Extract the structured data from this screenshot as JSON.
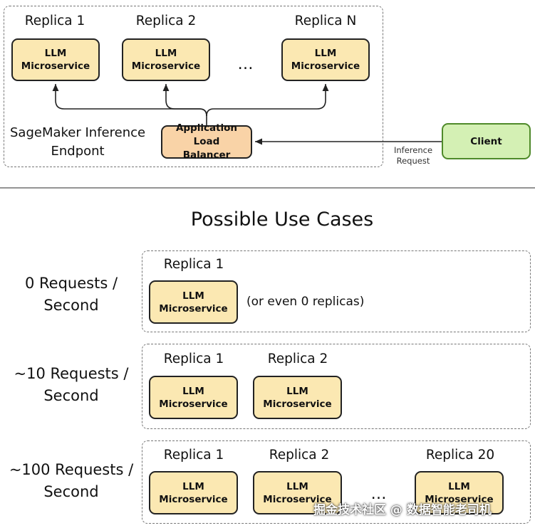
{
  "architecture": {
    "replicas": [
      {
        "label": "Replica 1",
        "box_lines": [
          "LLM",
          "Microservice"
        ]
      },
      {
        "label": "Replica 2",
        "box_lines": [
          "LLM",
          "Microservice"
        ]
      },
      {
        "label": "Replica N",
        "box_lines": [
          "LLM",
          "Microservice"
        ]
      }
    ],
    "ellipsis": "…",
    "endpoint_lines": [
      "SageMaker Inference",
      "Endpont"
    ],
    "alb_lines": [
      "Application Load",
      "Balancer"
    ],
    "client_label": "Client",
    "request_lines": [
      "Inference",
      "Request"
    ]
  },
  "use_cases": {
    "title": "Possible Use Cases",
    "rows": [
      {
        "side_lines": [
          "0 Requests /",
          "Second"
        ],
        "replicas": [
          {
            "label": "Replica 1",
            "box_lines": [
              "LLM",
              "Microservice"
            ]
          }
        ],
        "note": "(or even 0 replicas)"
      },
      {
        "side_lines": [
          "~10 Requests /",
          "Second"
        ],
        "replicas": [
          {
            "label": "Replica 1",
            "box_lines": [
              "LLM",
              "Microservice"
            ]
          },
          {
            "label": "Replica 2",
            "box_lines": [
              "LLM",
              "Microservice"
            ]
          }
        ]
      },
      {
        "side_lines": [
          "~100 Requests /",
          "Second"
        ],
        "replicas": [
          {
            "label": "Replica 1",
            "box_lines": [
              "LLM",
              "Microservice"
            ]
          },
          {
            "label": "Replica 2",
            "box_lines": [
              "LLM",
              "Microservice"
            ]
          },
          {
            "label": "Replica 20",
            "box_lines": [
              "LLM",
              "Microservice"
            ]
          }
        ],
        "ellipsis": "…"
      }
    ]
  },
  "watermark": "掘金技术社区 @ 数据智能老司机"
}
